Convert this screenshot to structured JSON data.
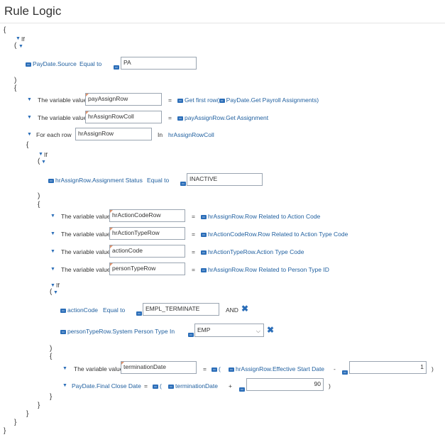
{
  "header": {
    "title": "Rule Logic"
  },
  "rows": {
    "b_open": "{",
    "if1": {
      "label": "If",
      "paren": "(",
      "left": "PayDate.Source",
      "op": "Equal to",
      "value": "PA",
      "close": ")"
    },
    "b1_open": "{",
    "var1": {
      "label": "The variable value",
      "name": "payAssignRow",
      "eq": "=",
      "expr": "Get first row(",
      "expr2": "PayDate.Get Payroll Assignments)"
    },
    "var2": {
      "label": "The variable value",
      "name": "hrAssignRowColl",
      "eq": "=",
      "expr": "payAssignRow.Get Assignment"
    },
    "foreach": {
      "label": "For each row",
      "name": "hrAssignRow",
      "in": "In",
      "coll": "hrAssignRowColl"
    },
    "b2_open": "{",
    "if2": {
      "label": "If",
      "paren": "(",
      "left": "hrAssignRow.Assignment Status",
      "op": "Equal to",
      "value": "INACTIVE",
      "close": ")"
    },
    "b3_open": "{",
    "var3": {
      "label": "The variable value",
      "name": "hrActionCodeRow",
      "eq": "=",
      "expr": "hrAssignRow.Row Related to Action Code"
    },
    "var4": {
      "label": "The variable value",
      "name": "hrActionTypeRow",
      "eq": "=",
      "expr": "hrActionCodeRow.Row Related to Action Type Code"
    },
    "var5": {
      "label": "The variable value",
      "name": "actionCode",
      "eq": "=",
      "expr": "hrActionTypeRow.Action Type Code"
    },
    "var6": {
      "label": "The variable value",
      "name": "personTypeRow",
      "eq": "=",
      "expr": "hrAssignRow.Row Related to Person Type ID"
    },
    "if3": {
      "label": "If",
      "paren": "(",
      "c1": {
        "left": "actionCode",
        "op": "Equal to",
        "value": "EMPL_TERMINATE",
        "join": "AND"
      },
      "c2": {
        "left": "personTypeRow.System Person Type",
        "op": "In",
        "value": "EMP"
      },
      "close": ")"
    },
    "b4_open": "{",
    "var7": {
      "label": "The variable value",
      "name": "terminationDate",
      "eq": "=",
      "open": "(",
      "expr": "hrAssignRow.Effective Start Date",
      "minus": "-",
      "num": "1",
      "close": ")"
    },
    "assign": {
      "target": "PayDate.Final Close Date",
      "eq": "=",
      "open": "(",
      "expr": "terminationDate",
      "plus": "+",
      "num": "90",
      "close": ")"
    },
    "b4_close": "}",
    "b3_close": "}",
    "b2_close": "}",
    "b1_close": "}",
    "b_close": "}"
  },
  "icons": {
    "field": "field-icon",
    "collapse": "triangle-down-icon",
    "remove": "x-icon",
    "dropdown": "chevron-down-icon"
  },
  "colors": {
    "link": "#1f5f9f",
    "icon": "#2a6db8",
    "accent": "#e0926c"
  }
}
